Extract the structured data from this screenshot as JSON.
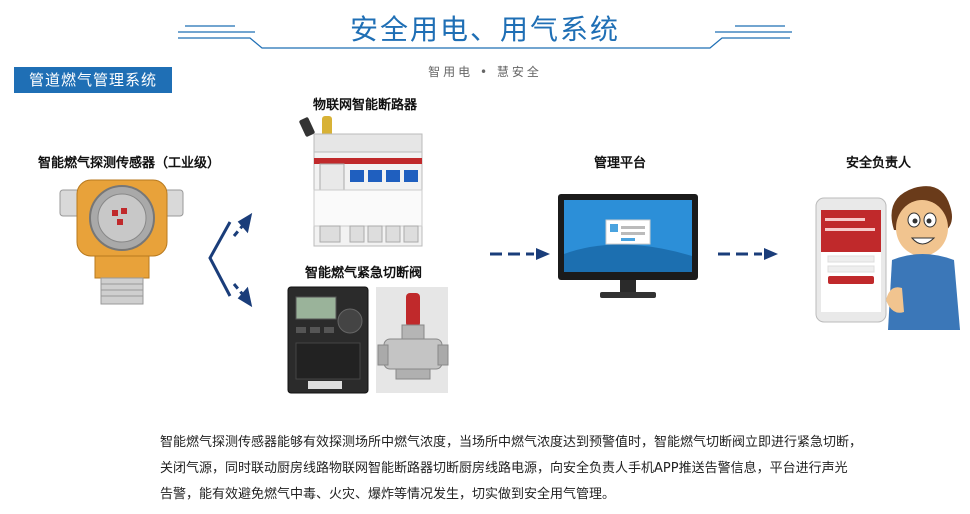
{
  "header": {
    "title": "安全用电、用气系统",
    "subtitle": "智用电  •  慧安全"
  },
  "section": {
    "label": "管道燃气管理系统"
  },
  "nodes": {
    "sensor": "智能燃气探测传感器（工业级）",
    "breaker": "物联网智能断路器",
    "valve": "智能燃气紧急切断阀",
    "platform": "管理平台",
    "responsible": "安全负责人"
  },
  "description": [
    "智能燃气探测传感器能够有效探测场所中燃气浓度，当场所中燃气浓度达到预警值时，智能燃气切断阀立即进行紧急切断，",
    "关闭气源，同时联动厨房线路物联网智能断路器切断厨房线路电源，向安全负责人手机APP推送告警信息，平台进行声光",
    "告警，能有效避免燃气中毒、火灾、爆炸等情况发生，切实做到安全用气管理。"
  ],
  "colors": {
    "accent": "#1f6fb5",
    "arrow": "#1a3d7a",
    "sensor_orange": "#e8a23a",
    "phone_red": "#c0292b"
  }
}
